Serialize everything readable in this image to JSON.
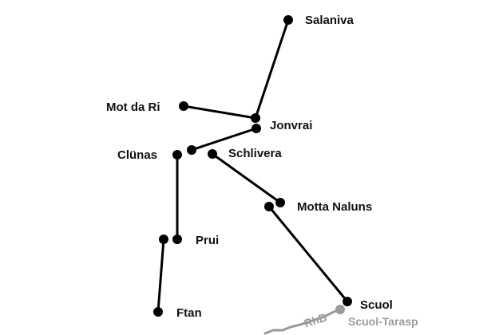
{
  "map": {
    "stations": {
      "salaniva": "Salaniva",
      "mot_da_ri": "Mot da Ri",
      "jonvrai": "Jonvrai",
      "clunas": "Clünas",
      "schlivera": "Schlivera",
      "motta_naluns": "Motta Naluns",
      "prui": "Prui",
      "ftan": "Ftan",
      "scuol": "Scuol",
      "scuol_tarasp": "Scuol-Tarasp"
    },
    "railway": {
      "label": "RhB"
    },
    "colors": {
      "lift_line": "#000000",
      "station_dot": "#000000",
      "railway": "#9a9a9a",
      "label_text": "#111111",
      "background": "#ffffff"
    }
  }
}
